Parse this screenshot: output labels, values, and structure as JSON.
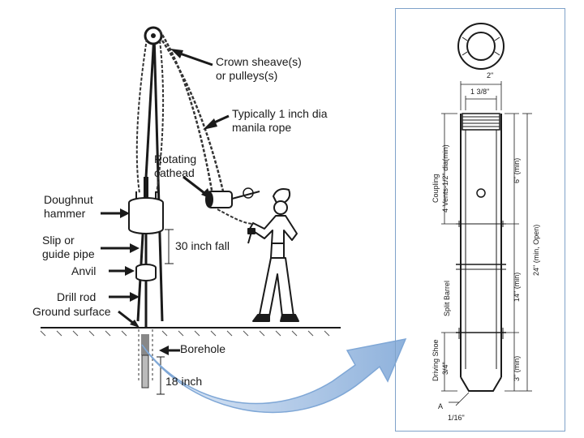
{
  "rig_labels": {
    "crown_sheave": [
      "Crown sheave(s)",
      "or pulleys(s)"
    ],
    "rope": [
      "Typically 1 inch dia",
      "manila rope"
    ],
    "cathead": [
      "Rotating",
      "cathead"
    ],
    "hammer": [
      "Doughnut",
      "hammer"
    ],
    "guide_pipe": [
      "Slip or",
      "guide pipe"
    ],
    "anvil": "Anvil",
    "drill_rod": "Drill rod",
    "ground": "Ground surface",
    "fall": "30 inch fall",
    "borehole": "Borehole",
    "penetration": "18 inch"
  },
  "sampler_labels": {
    "top_width": "2\"",
    "inner_bore": "1 3/8\"",
    "coupling": "Coupling",
    "vents": "4 Vents-1/2\" dia(min)",
    "six_in": "6\" (min)",
    "twentyfour": "24\" (min, Open)",
    "split_barrel": "Split  Barrel",
    "fourteen": "14\" (min)",
    "driving_shoe": "Driving Shoe",
    "three_quarter": "3/4\"",
    "a_label": "A",
    "three_in": "3\" (min)",
    "tip": "1/16\""
  },
  "colors": {
    "ink": "#1a1a1a",
    "frame": "#7fa2c9",
    "arrow_light": "#d3e2f4",
    "arrow_dark": "#7fa7d6"
  }
}
